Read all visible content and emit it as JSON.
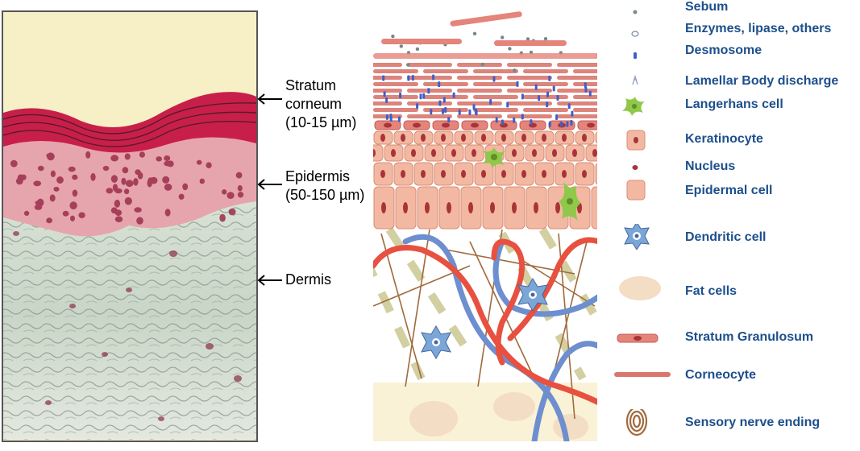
{
  "histology": {
    "labels": [
      {
        "lines": [
          "Stratum",
          "corneum",
          "(10-15 µm)"
        ]
      },
      {
        "lines": [
          "Epidermis",
          "(50-150 µm)"
        ]
      },
      {
        "lines": [
          "Dermis"
        ]
      }
    ]
  },
  "legend": {
    "items": [
      {
        "label": "Sebum",
        "icon": "sebum-dot-icon"
      },
      {
        "label": "Enzymes, lipase, others",
        "icon": "enzyme-circle-icon"
      },
      {
        "label": "Desmosome",
        "icon": "desmosome-icon"
      },
      {
        "label": "Lamellar Body discharge",
        "icon": "lamellar-body-icon"
      },
      {
        "label": "Langerhans cell",
        "icon": "langerhans-cell-icon"
      },
      {
        "label": "Keratinocyte",
        "icon": "keratinocyte-icon"
      },
      {
        "label": "Nucleus",
        "icon": "nucleus-icon"
      },
      {
        "label": "Epidermal cell",
        "icon": "epidermal-cell-icon"
      },
      {
        "label": "Dendritic cell",
        "icon": "dendritic-cell-icon"
      },
      {
        "label": "Fat cells",
        "icon": "fat-cell-icon"
      },
      {
        "label": "Stratum Granulosum",
        "icon": "stratum-granulosum-icon"
      },
      {
        "label": "Corneocyte",
        "icon": "corneocyte-icon"
      },
      {
        "label": "Sensory nerve ending",
        "icon": "sensory-nerve-ending-icon"
      }
    ]
  },
  "colors": {
    "legend_text": "#1d4f8c",
    "corneocyte": "#d9776e",
    "keratinocyte": "#f3b8a2",
    "nucleus": "#a8343a",
    "langerhans": "#8fc84a",
    "dendritic": "#7aa6d8",
    "blood_red": "#e8503f",
    "blood_blue": "#6d8fd0",
    "nerve": "#a06a3c",
    "fat": "#f3ddc4",
    "stain_pink": "#d8446c"
  }
}
